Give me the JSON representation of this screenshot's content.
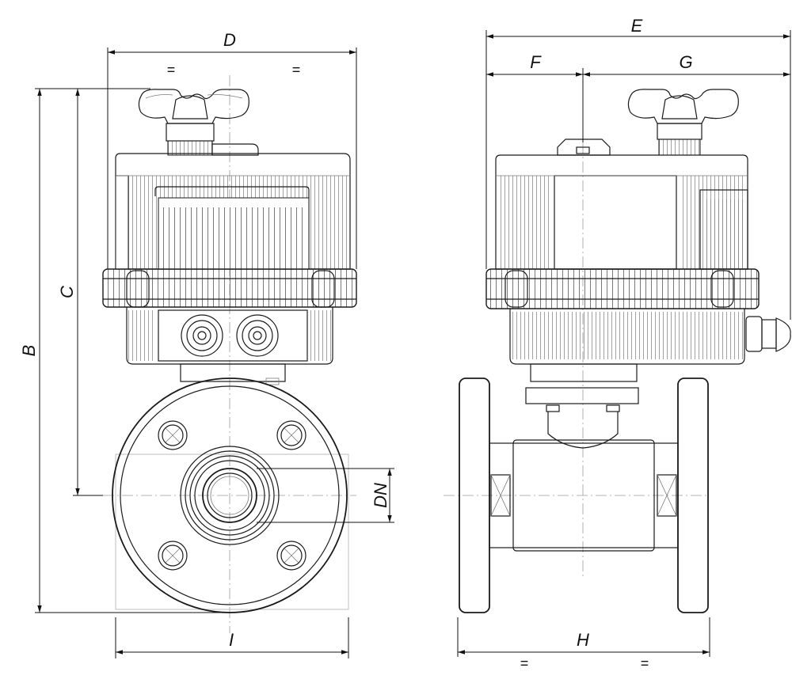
{
  "labels": {
    "A_overall_height": "B",
    "C_height": "C",
    "D_width": "D",
    "E_depth": "E",
    "F_depth": "F",
    "G_depth": "G",
    "H_length": "H",
    "I_length": "I",
    "DN": "DN",
    "equal": "="
  }
}
